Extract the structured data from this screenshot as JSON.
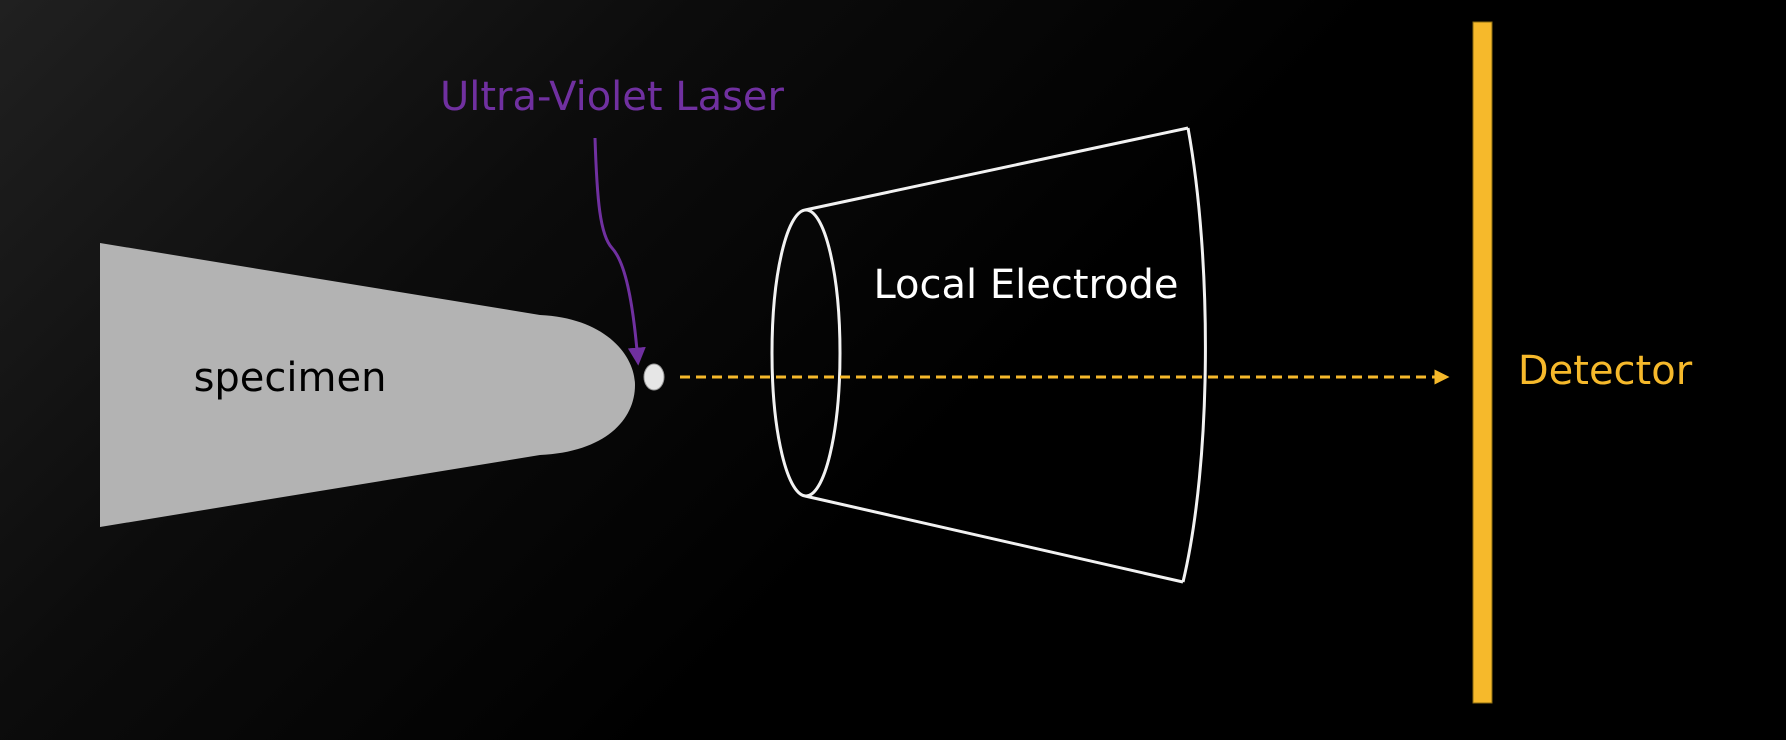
{
  "labels": {
    "laser": "Ultra-Violet Laser",
    "specimen": "specimen",
    "electrode": "Local Electrode",
    "detector": "Detector"
  },
  "colors": {
    "laser": "#7030a0",
    "specimen_fill": "#b3b3b3",
    "specimen_text": "#000000",
    "electrode_stroke": "#f2f2f2",
    "electrode_text": "#ffffff",
    "detector": "#f6b92b",
    "ion": "#e6e6e6"
  }
}
